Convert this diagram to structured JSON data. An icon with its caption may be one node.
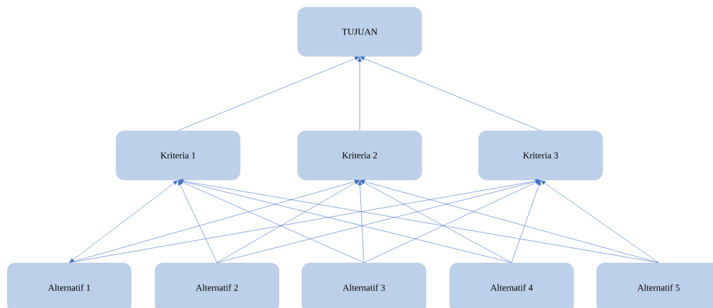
{
  "diagram": {
    "nodes": [
      {
        "text": [
          "TUJUAN"
        ]
      },
      {
        "text": [
          "Kriteria 1"
        ]
      },
      {
        "text": [
          "Kriteria 2"
        ]
      },
      {
        "text": [
          "Kriteria 3"
        ]
      },
      {
        "text": [
          "Alternatif 1"
        ]
      },
      {
        "text": [
          "Alternatif 2"
        ]
      },
      {
        "text": [
          "Alternatif 3"
        ]
      },
      {
        "text": [
          "Alternatif 4"
        ]
      },
      {
        "text": [
          "Alternatif 5"
        ]
      }
    ],
    "edges": [
      {
        "from": 1,
        "to": 0,
        "arrow": "to"
      },
      {
        "from": 2,
        "to": 0,
        "arrow": "to"
      },
      {
        "from": 3,
        "to": 0,
        "arrow": "to"
      },
      {
        "from": 4,
        "to": 1,
        "arrow": "both"
      },
      {
        "from": 4,
        "to": 2,
        "arrow": "to"
      },
      {
        "from": 4,
        "to": 3,
        "arrow": "to"
      },
      {
        "from": 5,
        "to": 1,
        "arrow": "to"
      },
      {
        "from": 5,
        "to": 2,
        "arrow": "to"
      },
      {
        "from": 5,
        "to": 3,
        "arrow": "to"
      },
      {
        "from": 6,
        "to": 1,
        "arrow": "to"
      },
      {
        "from": 6,
        "to": 2,
        "arrow": "to"
      },
      {
        "from": 6,
        "to": 3,
        "arrow": "to"
      },
      {
        "from": 7,
        "to": 1,
        "arrow": "to"
      },
      {
        "from": 7,
        "to": 2,
        "arrow": "to"
      },
      {
        "from": 7,
        "to": 3,
        "arrow": "to"
      },
      {
        "from": 8,
        "to": 1,
        "arrow": "to"
      },
      {
        "from": 8,
        "to": 2,
        "arrow": "to"
      },
      {
        "from": 8,
        "to": 3,
        "arrow": "to"
      }
    ]
  }
}
